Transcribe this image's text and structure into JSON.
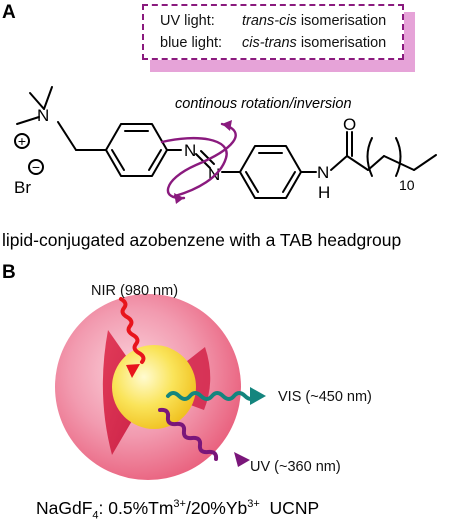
{
  "panel_a": {
    "letter": "A",
    "legend": {
      "line1_label": "UV light:",
      "line1_value": "trans-cis",
      "line1_suffix": " isomerisation",
      "line2_label": "blue light:",
      "line2_value": "cis-trans",
      "line2_suffix": " isomerisation"
    },
    "rotation_label": "continous rotation/inversion",
    "atoms": {
      "nitrogen": "N",
      "plus": "+",
      "minus": "−",
      "bromide": "Br",
      "oxygen": "O",
      "amide_n": "N",
      "amide_h": "H",
      "chain_count": "10"
    },
    "caption": "lipid-conjugated azobenzene with a TAB headgroup"
  },
  "panel_b": {
    "letter": "B",
    "nir_label": "NIR (980 nm)",
    "vis_label": "VIS (~450 nm)",
    "uv_label": "UV (~360 nm)",
    "caption_formula": "NaGdF",
    "caption_sub": "4",
    "caption_mid": ": 0.5%Tm",
    "caption_sup1": "3+",
    "caption_sep": "/20%Yb",
    "caption_sup2": "3+",
    "caption_end": "  UCNP"
  },
  "colors": {
    "purple": "#8a1a7e",
    "legend_shadow": "#e6a3d8",
    "nir_arrow": "#e8141c",
    "vis_arrow": "#14857e",
    "uv_arrow": "#7a167a",
    "shell_outer": "#ee7c93",
    "core": "#f7d62a"
  }
}
